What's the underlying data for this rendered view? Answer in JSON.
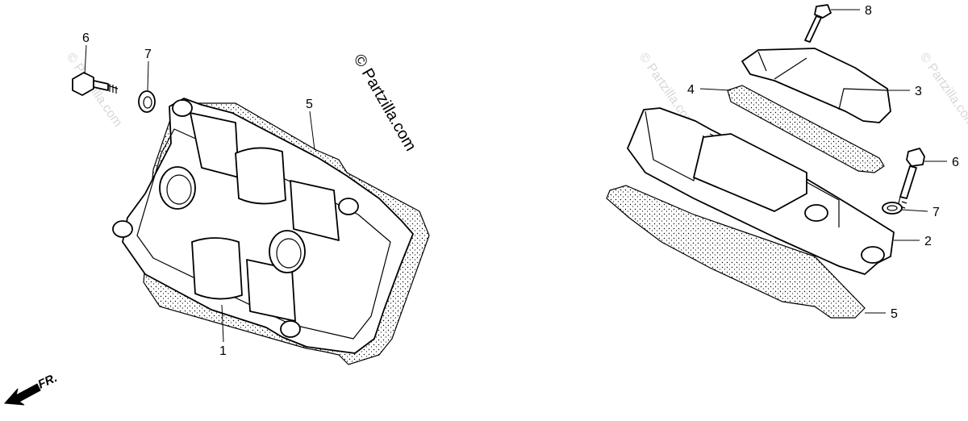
{
  "watermark": {
    "main_text": "© Partzilla.com",
    "faint_text": "© Partzilla.com"
  },
  "direction_label": "FR.",
  "left_assembly": {
    "callouts": {
      "c1": "1",
      "c5": "5",
      "c6": "6",
      "c7": "7"
    }
  },
  "right_assembly": {
    "callouts": {
      "c2": "2",
      "c3": "3",
      "c4": "4",
      "c5": "5",
      "c6": "6",
      "c7": "7",
      "c8": "8"
    }
  },
  "colors": {
    "line": "#000000",
    "background": "#ffffff",
    "watermark_faint": "#d8d8d8"
  }
}
